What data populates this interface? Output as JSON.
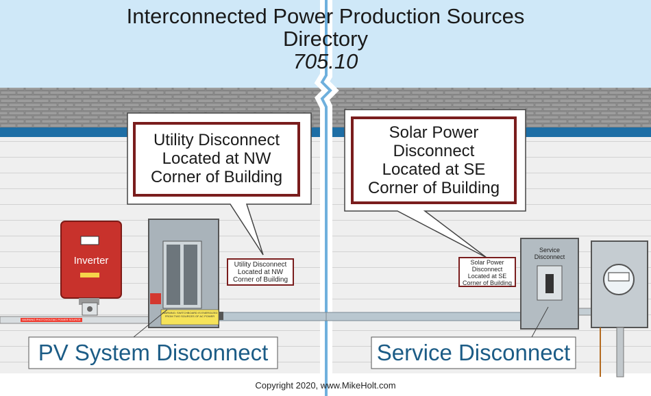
{
  "title": {
    "line1": "Interconnected Power Production Sources",
    "line2": "Directory",
    "line3": "705.10"
  },
  "callouts": {
    "left": {
      "line1": "Utility Disconnect",
      "line2": "Located at NW",
      "line3": "Corner of Building"
    },
    "right": {
      "line1": "Solar Power",
      "line2": "Disconnect",
      "line3": "Located at SE",
      "line4": "Corner of Building"
    }
  },
  "small_labels": {
    "utility": {
      "line1": "Utility Disconnect",
      "line2": "Located at NW",
      "line3": "Corner of Building"
    },
    "solar": {
      "line1": "Solar Power",
      "line2": "Disconnect",
      "line3": "Located at SE",
      "line4": "Corner of Building"
    }
  },
  "equipment": {
    "inverter_label": "Inverter",
    "service_disconnect_line1": "Service",
    "service_disconnect_line2": "Disconnect",
    "pipe_warning": "WARNING PHOTOVOLTAIC POWER SOURCE",
    "panel_warning": "WARNING: SWITCHBOARD IS ENERGIZED FROM TWO SOURCES OF AC POWER"
  },
  "bottom_labels": {
    "left": "PV System Disconnect",
    "right": "Service Disconnect"
  },
  "footer": "Copyright 2020, www.MikeHolt.com",
  "colors": {
    "sky": "#cfe8f8",
    "brick": "#8e8e8e",
    "blue_band": "#1e6ea5",
    "wall": "#ececec",
    "callout_border": "#7a1d1d",
    "label_blue": "#1c5c86",
    "inverter_red": "#c8322c",
    "panel_gray": "#a9b3ba"
  }
}
